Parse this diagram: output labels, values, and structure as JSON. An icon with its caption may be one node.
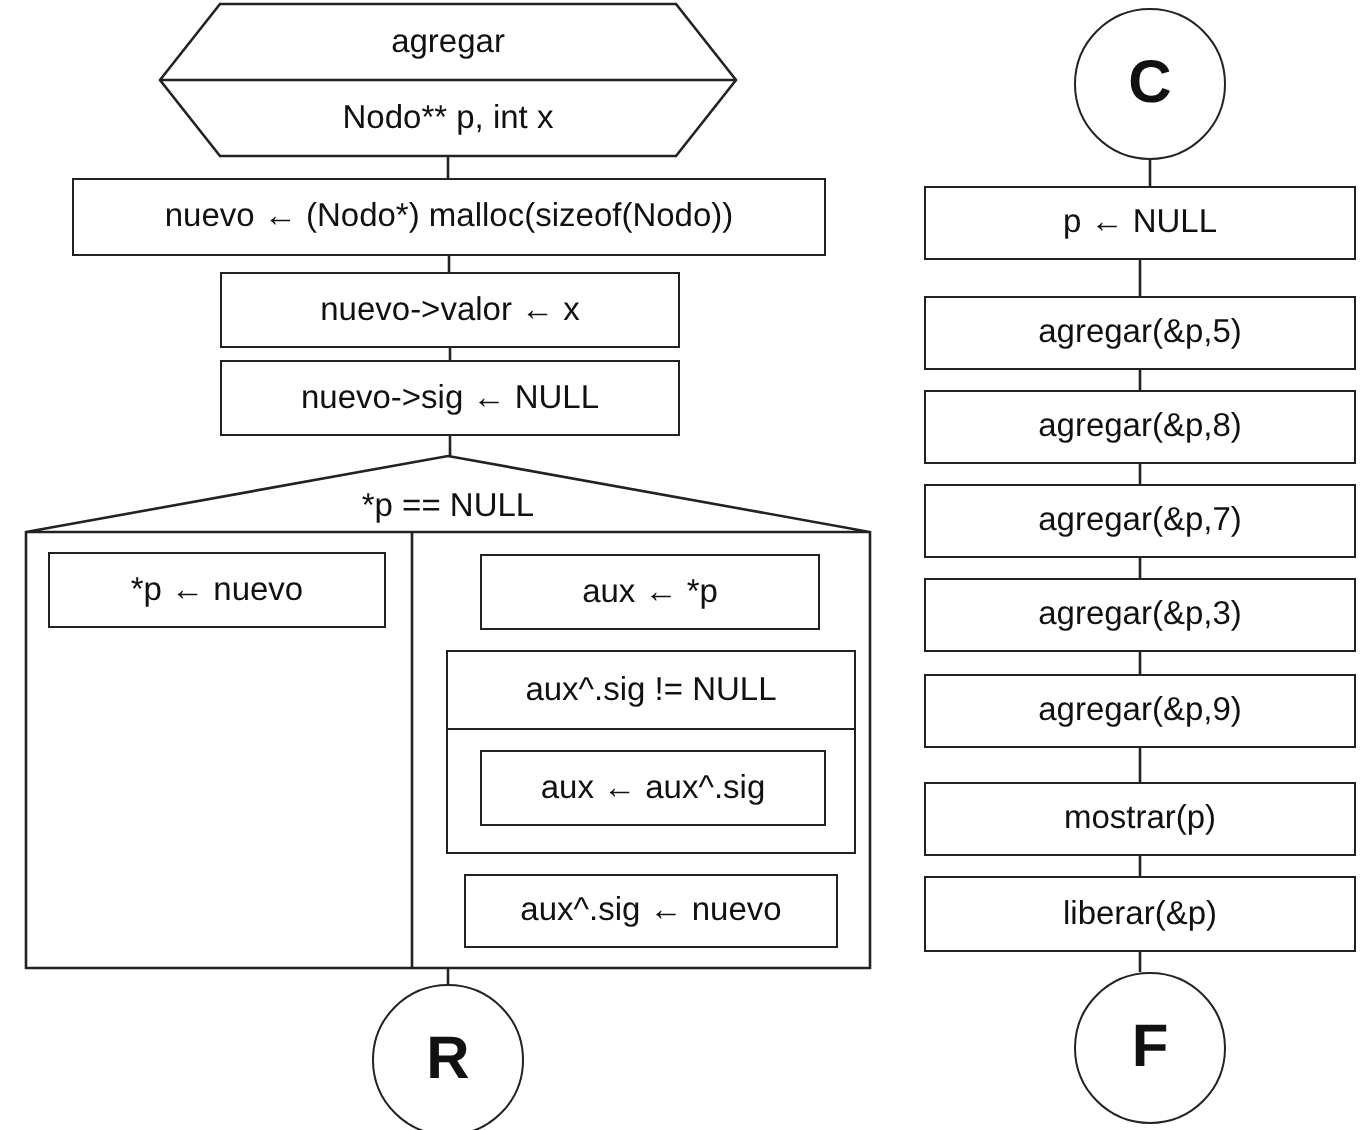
{
  "diagram": {
    "nodes": [
      {
        "text": [
          "agregar",
          "Nodo** p, int x"
        ]
      },
      {
        "text": [
          "nuevo ← (Nodo*) malloc(sizeof(Nodo))"
        ]
      },
      {
        "text": [
          "nuevo->valor ← x"
        ]
      },
      {
        "text": [
          "nuevo->sig ← NULL"
        ]
      },
      {
        "text": [
          "*p == NULL"
        ]
      },
      {
        "text": [
          "*p ← nuevo"
        ],
        "in": 4
      },
      {
        "text": [
          "aux ← *p"
        ],
        "in": 4
      },
      {
        "text": [
          "aux^.sig != NULL"
        ],
        "in": 4
      },
      {
        "text": [
          "aux ← aux^.sig"
        ],
        "in": 7
      },
      {
        "text": [
          "aux^.sig ← nuevo"
        ],
        "in": 4
      },
      {
        "text": [
          "R"
        ]
      },
      {
        "text": [
          "C"
        ]
      },
      {
        "text": [
          "p ← NULL"
        ]
      },
      {
        "text": [
          "agregar(&p,5)"
        ]
      },
      {
        "text": [
          "agregar(&p,8)"
        ]
      },
      {
        "text": [
          "agregar(&p,7)"
        ]
      },
      {
        "text": [
          "agregar(&p,3)"
        ]
      },
      {
        "text": [
          "agregar(&p,9)"
        ]
      },
      {
        "text": [
          "mostrar(p)"
        ]
      },
      {
        "text": [
          "liberar(&p)"
        ]
      },
      {
        "text": [
          "F"
        ]
      }
    ],
    "edges": [
      {
        "from": 0,
        "to": 1,
        "arrow": "none"
      },
      {
        "from": 1,
        "to": 2,
        "arrow": "none"
      },
      {
        "from": 2,
        "to": 3,
        "arrow": "none"
      },
      {
        "from": 3,
        "to": 4,
        "arrow": "none"
      },
      {
        "from": 4,
        "to": 10,
        "arrow": "none"
      },
      {
        "from": 11,
        "to": 12,
        "arrow": "none"
      },
      {
        "from": 12,
        "to": 13,
        "arrow": "none"
      },
      {
        "from": 13,
        "to": 14,
        "arrow": "none"
      },
      {
        "from": 14,
        "to": 15,
        "arrow": "none"
      },
      {
        "from": 15,
        "to": 16,
        "arrow": "none"
      },
      {
        "from": 16,
        "to": 17,
        "arrow": "none"
      },
      {
        "from": 17,
        "to": 18,
        "arrow": "none"
      },
      {
        "from": 18,
        "to": 19,
        "arrow": "none"
      },
      {
        "from": 19,
        "to": 20,
        "arrow": "none"
      }
    ]
  }
}
